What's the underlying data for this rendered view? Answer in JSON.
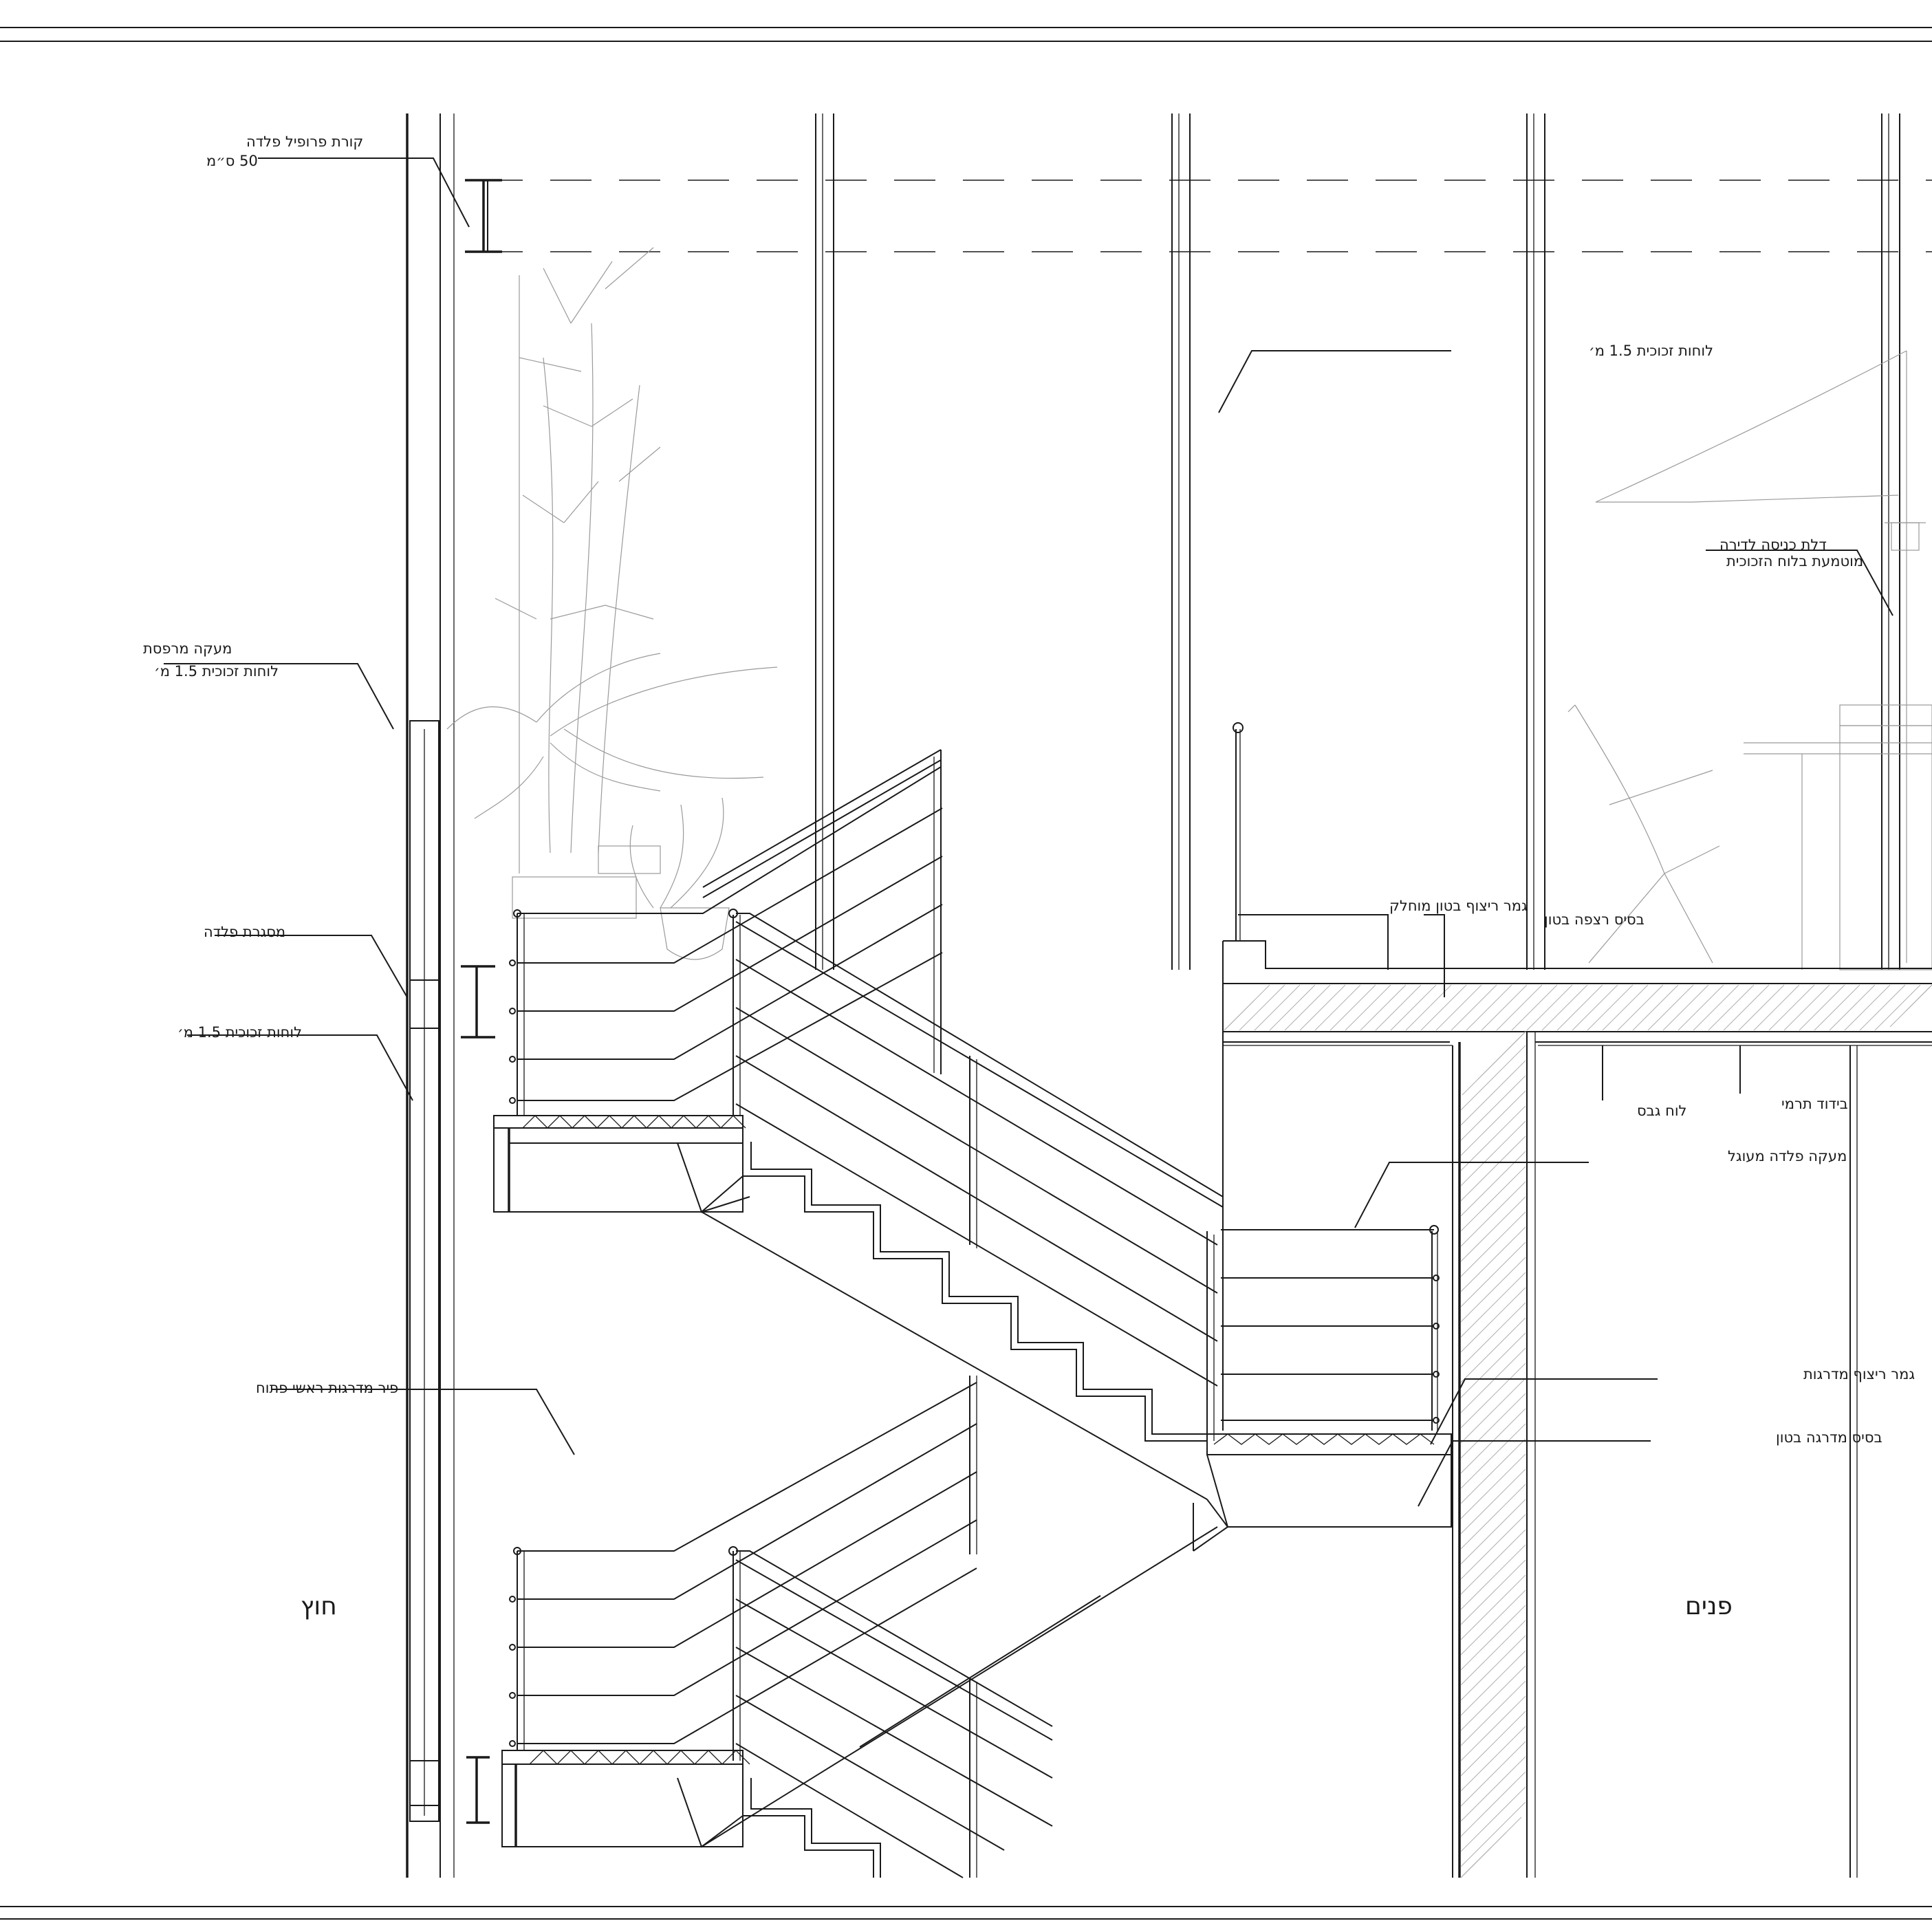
{
  "drawing": {
    "labels": {
      "steel_beam": [
        "קורת פרופיל פלדה",
        "50 ס״מ"
      ],
      "glass_panels_top": "לוחות זכוכית 1.5 מ׳",
      "entry_door": [
        "דלת כניסה לדירה",
        "מוטמעת בלוח הזכוכית"
      ],
      "balcony_railing": [
        "מעקה מרפסת",
        "לוחות זכוכית 1.5 מ׳"
      ],
      "polished_concrete_finish": "גמר ריצוף בטון מוחלק",
      "concrete_floor_base": "בסיס רצפה בטון",
      "steel_frame": "מסגרת פלדה",
      "glass_panels_side": "לוחות זכוכית 1.5 מ׳",
      "gypsum_board": "לוח גבס",
      "thermal_insulation": "בידוד תרמי",
      "round_steel_railing": "מעקה פלדה מעוגל",
      "open_stair_well": "פיר מדרגות ראשי פתוח",
      "stair_floor_finish": "גמר ריצוף מדרגות",
      "concrete_stair_base": "בסיס מדרגה בטון"
    },
    "zones": {
      "outside": "חוץ",
      "inside": "פנים"
    }
  }
}
